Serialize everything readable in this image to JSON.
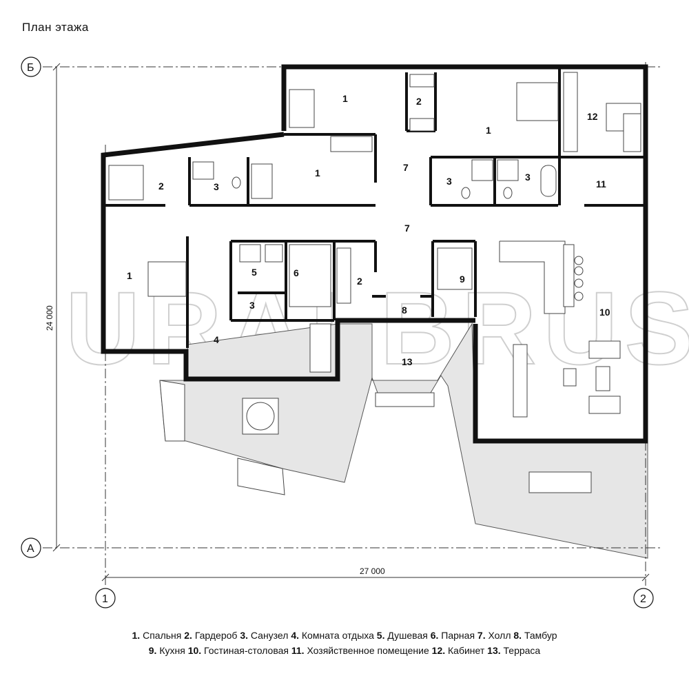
{
  "title": "План этажа",
  "watermark": "URALBRUS",
  "axes": {
    "rows": [
      "Б",
      "А"
    ],
    "cols": [
      "1",
      "2"
    ]
  },
  "dimensions": {
    "height": "24 000",
    "width": "27 000"
  },
  "rooms": [
    {
      "id": "r1a",
      "num": "1"
    },
    {
      "id": "r2a",
      "num": "2"
    },
    {
      "id": "r1b",
      "num": "1"
    },
    {
      "id": "r12",
      "num": "12"
    },
    {
      "id": "r1c",
      "num": "1"
    },
    {
      "id": "r7a",
      "num": "7"
    },
    {
      "id": "r2b",
      "num": "2"
    },
    {
      "id": "r3a",
      "num": "3"
    },
    {
      "id": "r3b",
      "num": "3"
    },
    {
      "id": "r3c",
      "num": "3"
    },
    {
      "id": "r11",
      "num": "11"
    },
    {
      "id": "r7b",
      "num": "7"
    },
    {
      "id": "r1d",
      "num": "1"
    },
    {
      "id": "r5",
      "num": "5"
    },
    {
      "id": "r6",
      "num": "6"
    },
    {
      "id": "r2c",
      "num": "2"
    },
    {
      "id": "r9",
      "num": "9"
    },
    {
      "id": "r10",
      "num": "10"
    },
    {
      "id": "r3d",
      "num": "3"
    },
    {
      "id": "r8",
      "num": "8"
    },
    {
      "id": "r4",
      "num": "4"
    },
    {
      "id": "r13",
      "num": "13"
    }
  ],
  "legend": {
    "line1": [
      {
        "num": "1.",
        "name": "Спальня"
      },
      {
        "num": "2.",
        "name": "Гардероб"
      },
      {
        "num": "3.",
        "name": "Санузел"
      },
      {
        "num": "4.",
        "name": "Комната отдыха"
      },
      {
        "num": "5.",
        "name": "Душевая"
      },
      {
        "num": "6.",
        "name": "Парная"
      },
      {
        "num": "7.",
        "name": "Холл"
      },
      {
        "num": "8.",
        "name": "Тамбур"
      }
    ],
    "line2": [
      {
        "num": "9.",
        "name": "Кухня"
      },
      {
        "num": "10.",
        "name": "Гостиная-столовая"
      },
      {
        "num": "11.",
        "name": "Хозяйственное помещение"
      },
      {
        "num": "12.",
        "name": "Кабинет"
      },
      {
        "num": "13.",
        "name": "Терраса"
      }
    ]
  }
}
